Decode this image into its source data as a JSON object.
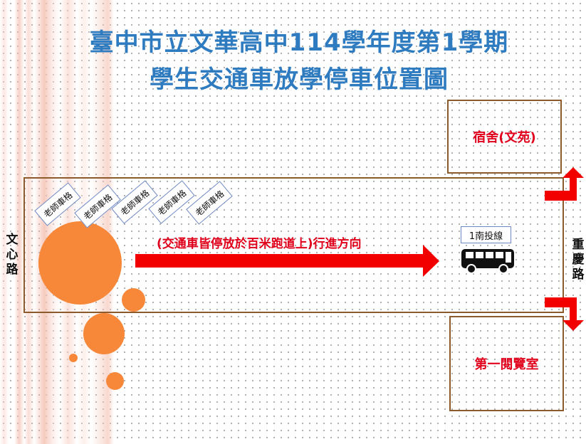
{
  "title": {
    "line1": "臺中市立文華高中114學年度第1學期",
    "line2": "學生交通車放學停車位置圖"
  },
  "buildings": {
    "dorm": "宿舍(文苑)",
    "reading_room": "第一閱覽室"
  },
  "roads": {
    "left": "文心路",
    "right": "重慶路"
  },
  "teacher_parking": {
    "label": "老師車格",
    "count": 5
  },
  "direction_label": "(交通車皆停放於百米跑道上)行進方向",
  "bus_line_label": "1南投線",
  "icons": [
    "bus-icon",
    "direction-arrow-icon",
    "exit-arrow-up-icon",
    "exit-arrow-down-icon"
  ],
  "colors": {
    "title": "#2e7bc0",
    "label_red": "#e0001b",
    "arrow_red": "#f20000",
    "circle_orange": "#f7883a",
    "border_brown": "#8c5a2b"
  }
}
